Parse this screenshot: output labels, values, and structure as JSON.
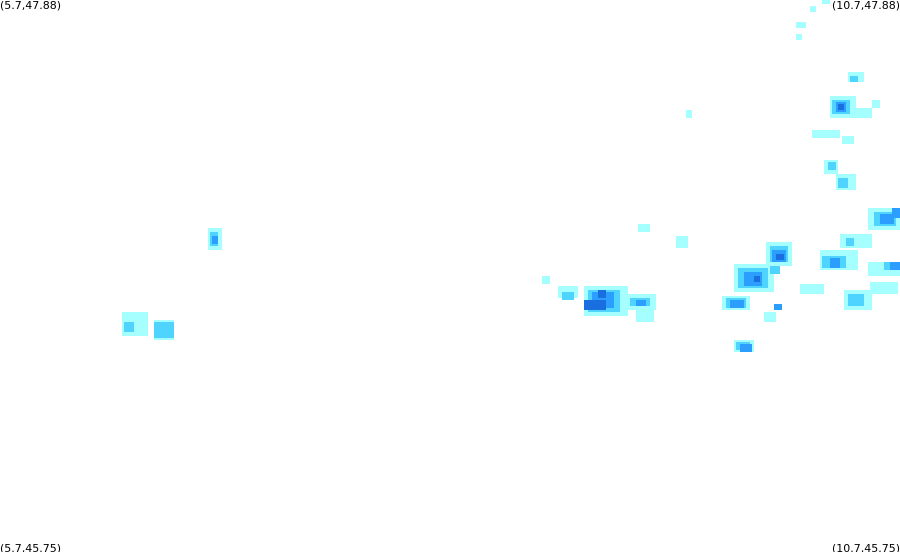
{
  "map": {
    "corner_labels": {
      "top_left": "(5.7,47.88)",
      "top_right": "(10.7,47.88)",
      "bottom_left": "(5.7,45.75)",
      "bottom_right": "(10.7,45.75)"
    },
    "colors": {
      "background": "#ffffff",
      "light": "#a6ffff",
      "medium": "#4fd3ff",
      "strong": "#2b9eff",
      "heavy": "#1a6fe0"
    }
  }
}
